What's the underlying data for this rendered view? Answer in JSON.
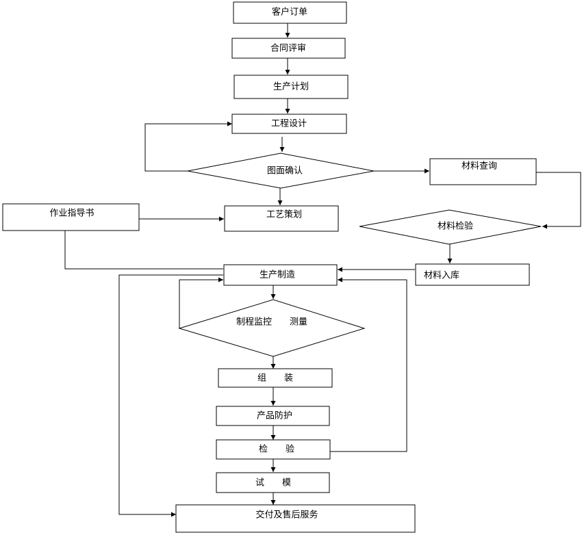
{
  "nodes": {
    "customer_order": "客户订单",
    "contract_review": "合同评审",
    "production_plan": "生产计划",
    "engineering_design": "工程设计",
    "drawing_confirm": "图面确认",
    "material_inquiry": "材料查询",
    "work_instruction": "作业指导书",
    "process_planning": "工艺策划",
    "material_inspection": "材料检验",
    "material_storage": "材料入库",
    "production_manufacture": "生产制造",
    "process_monitor": "制程监控　　测量",
    "assembly": "组　　装",
    "product_protection": "产品防护",
    "inspection": "检　　验",
    "trial_mold": "试　　模",
    "delivery_service": "交付及售后服务"
  },
  "colors": {
    "line": "#000000",
    "fill": "#ffffff",
    "text": "#000000"
  }
}
